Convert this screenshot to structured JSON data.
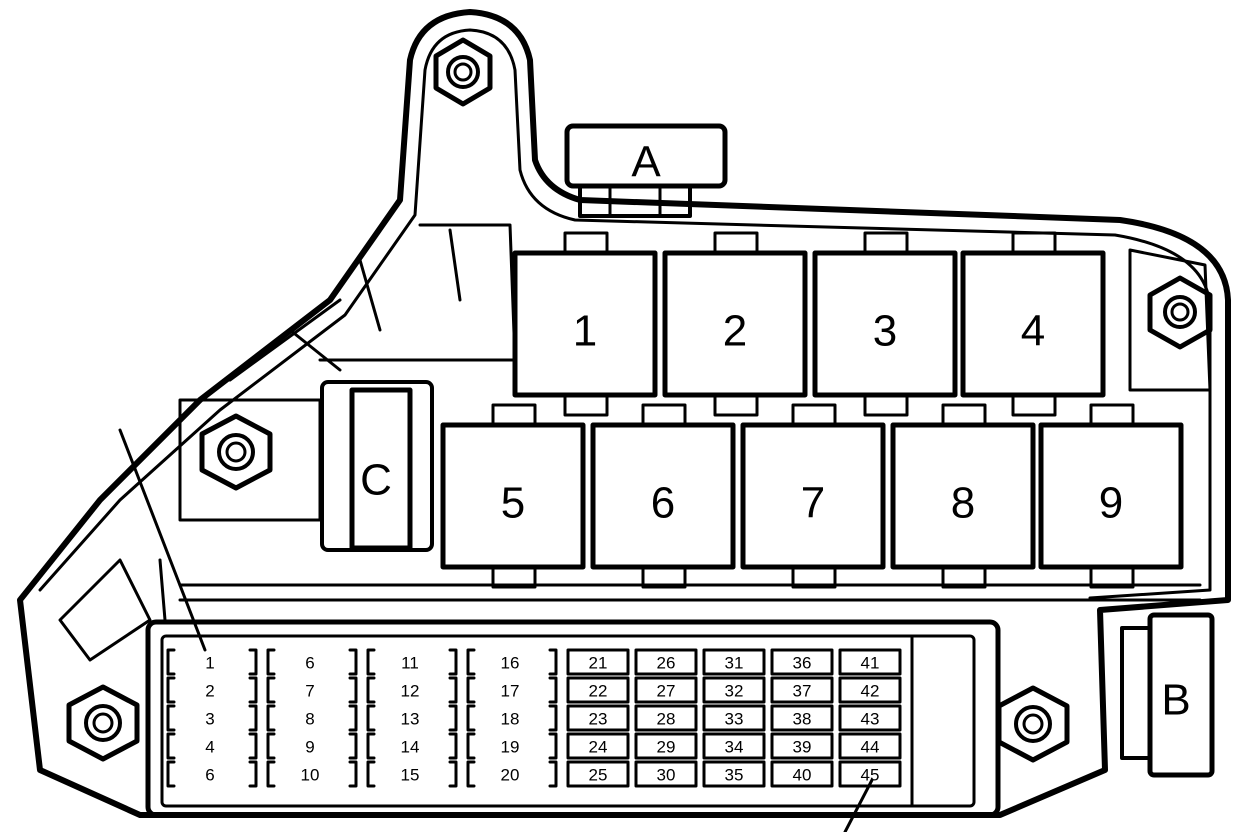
{
  "connectors": {
    "a": "A",
    "b": "B",
    "c": "C"
  },
  "relays": [
    "1",
    "2",
    "3",
    "4",
    "5",
    "6",
    "7",
    "8",
    "9"
  ],
  "small_fuses": [
    "1",
    "2",
    "3",
    "4",
    "6",
    "6",
    "7",
    "8",
    "9",
    "10",
    "11",
    "12",
    "13",
    "14",
    "15",
    "16",
    "17",
    "18",
    "19",
    "20"
  ],
  "large_fuses": [
    "21",
    "22",
    "23",
    "24",
    "25",
    "26",
    "27",
    "28",
    "29",
    "30",
    "31",
    "32",
    "33",
    "34",
    "35",
    "36",
    "37",
    "38",
    "39",
    "40",
    "41",
    "42",
    "43",
    "44",
    "45"
  ]
}
